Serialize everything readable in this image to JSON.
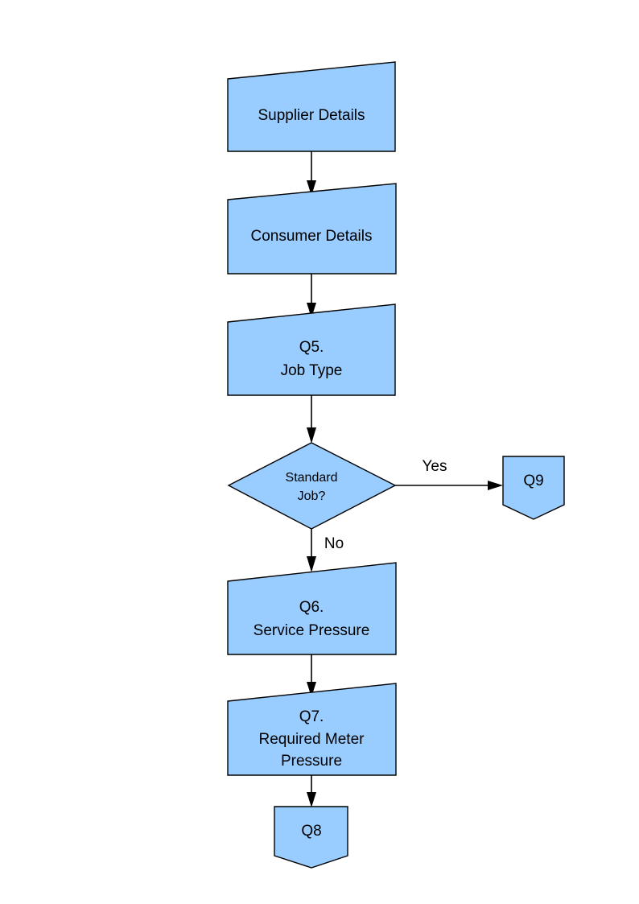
{
  "diagram": {
    "type": "flowchart",
    "background_color": "#ffffff",
    "node_fill_color": "#99ccff",
    "node_stroke_color": "#000000",
    "nodes": [
      {
        "id": "supplier_details",
        "label_line1": "Supplier Details",
        "label_line2": "",
        "label_line3": "",
        "shape": "slanted-top-rectangle"
      },
      {
        "id": "consumer_details",
        "label_line1": "Consumer Details",
        "label_line2": "",
        "label_line3": "",
        "shape": "slanted-top-rectangle"
      },
      {
        "id": "q5_job_type",
        "label_line1": "Q5.",
        "label_line2": "Job Type",
        "label_line3": "",
        "shape": "slanted-top-rectangle"
      },
      {
        "id": "standard_job",
        "label_line1": "Standard",
        "label_line2": "Job?",
        "label_line3": "",
        "shape": "diamond"
      },
      {
        "id": "q9",
        "label_line1": "Q9",
        "label_line2": "",
        "label_line3": "",
        "shape": "pentagon-down"
      },
      {
        "id": "q6_service_pressure",
        "label_line1": "Q6.",
        "label_line2": "Service Pressure",
        "label_line3": "",
        "shape": "slanted-top-rectangle"
      },
      {
        "id": "q7_required_meter_pressure",
        "label_line1": "Q7.",
        "label_line2": "Required Meter",
        "label_line3": "Pressure",
        "shape": "slanted-top-rectangle"
      },
      {
        "id": "q8",
        "label_line1": "Q8",
        "label_line2": "",
        "label_line3": "",
        "shape": "pentagon-down"
      }
    ],
    "edges": [
      {
        "id": "e1",
        "from": "supplier_details",
        "to": "consumer_details",
        "label": ""
      },
      {
        "id": "e2",
        "from": "consumer_details",
        "to": "q5_job_type",
        "label": ""
      },
      {
        "id": "e3",
        "from": "q5_job_type",
        "to": "standard_job",
        "label": ""
      },
      {
        "id": "e4",
        "from": "standard_job",
        "to": "q9",
        "label": "Yes"
      },
      {
        "id": "e5",
        "from": "standard_job",
        "to": "q6_service_pressure",
        "label": "No"
      },
      {
        "id": "e6",
        "from": "q6_service_pressure",
        "to": "q7_required_meter_pressure",
        "label": ""
      },
      {
        "id": "e7",
        "from": "q7_required_meter_pressure",
        "to": "q8",
        "label": ""
      }
    ]
  }
}
